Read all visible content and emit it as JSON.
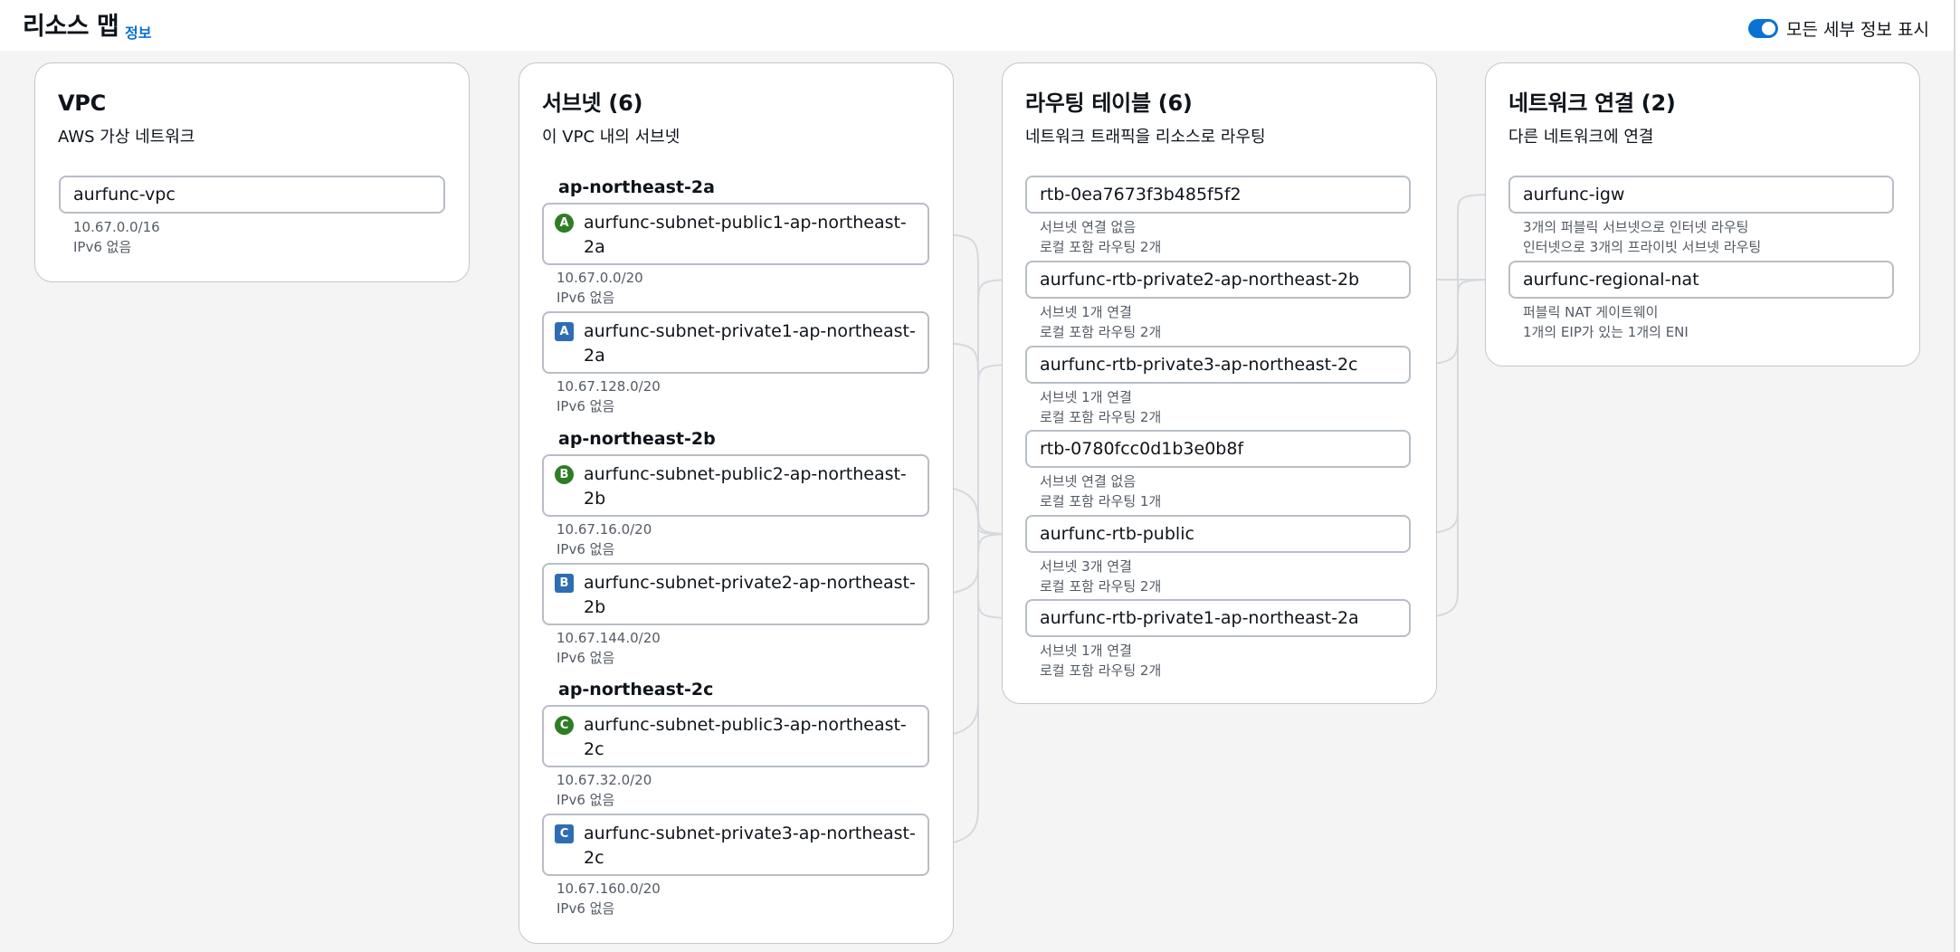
{
  "header": {
    "title": "리소스 맵",
    "info_link": "정보",
    "toggle_label": "모든 세부 정보 표시",
    "toggle_on": true
  },
  "colors": {
    "accent": "#0972d3",
    "public_badge": "#2e7d24",
    "private_badge": "#2f6db3",
    "canvas_bg": "#f4f4f5",
    "connector": "#d5d9dd"
  },
  "vpc": {
    "title": "VPC",
    "description": "AWS 가상 네트워크",
    "node": {
      "name": "aurfunc-vpc",
      "details": [
        "10.67.0.0/16",
        "IPv6 없음"
      ]
    }
  },
  "subnets": {
    "title": "서브넷 (6)",
    "description": "이 VPC 내의 서브넷",
    "zones": [
      "ap-northeast-2a",
      "ap-northeast-2b",
      "ap-northeast-2c"
    ],
    "items": [
      {
        "badge": "A",
        "badge_type": "public",
        "line1": "aurfunc-subnet-public1-ap-northeast-",
        "line2": "2a",
        "cidr": "10.67.0.0/20",
        "ipv6": "IPv6 없음"
      },
      {
        "badge": "A",
        "badge_type": "private",
        "line1": "aurfunc-subnet-private1-ap-northeast-",
        "line2": "2a",
        "cidr": "10.67.128.0/20",
        "ipv6": "IPv6 없음"
      },
      {
        "badge": "B",
        "badge_type": "public",
        "line1": "aurfunc-subnet-public2-ap-northeast-",
        "line2": "2b",
        "cidr": "10.67.16.0/20",
        "ipv6": "IPv6 없음"
      },
      {
        "badge": "B",
        "badge_type": "private",
        "line1": "aurfunc-subnet-private2-ap-northeast-",
        "line2": "2b",
        "cidr": "10.67.144.0/20",
        "ipv6": "IPv6 없음"
      },
      {
        "badge": "C",
        "badge_type": "public",
        "line1": "aurfunc-subnet-public3-ap-northeast-",
        "line2": "2c",
        "cidr": "10.67.32.0/20",
        "ipv6": "IPv6 없음"
      },
      {
        "badge": "C",
        "badge_type": "private",
        "line1": "aurfunc-subnet-private3-ap-northeast-",
        "line2": "2c",
        "cidr": "10.67.160.0/20",
        "ipv6": "IPv6 없음"
      }
    ]
  },
  "route_tables": {
    "title": "라우팅 테이블 (6)",
    "description": "네트워크 트래픽을 리소스로 라우팅",
    "items": [
      {
        "name": "rtb-0ea7673f3b485f5f2",
        "line1": "서브넷 연결 없음",
        "line2": "로컬 포함 라우팅 2개"
      },
      {
        "name": "aurfunc-rtb-private2-ap-northeast-2b",
        "line1": "서브넷 1개 연결",
        "line2": "로컬 포함 라우팅 2개"
      },
      {
        "name": "aurfunc-rtb-private3-ap-northeast-2c",
        "line1": "서브넷 1개 연결",
        "line2": "로컬 포함 라우팅 2개"
      },
      {
        "name": "rtb-0780fcc0d1b3e0b8f",
        "line1": "서브넷 연결 없음",
        "line2": "로컬 포함 라우팅 1개"
      },
      {
        "name": "aurfunc-rtb-public",
        "line1": "서브넷 3개 연결",
        "line2": "로컬 포함 라우팅 2개"
      },
      {
        "name": "aurfunc-rtb-private1-ap-northeast-2a",
        "line1": "서브넷 1개 연결",
        "line2": "로컬 포함 라우팅 2개"
      }
    ]
  },
  "connections": {
    "title": "네트워크 연결 (2)",
    "description": "다른 네트워크에 연결",
    "items": [
      {
        "name": "aurfunc-igw",
        "line1": "3개의 퍼블릭 서브넷으로 인터넷 라우팅",
        "line2": "인터넷으로 3개의 프라이빗 서브넷 라우팅"
      },
      {
        "name": "aurfunc-regional-nat",
        "line1": "퍼블릭 NAT 게이트웨이",
        "line2": "1개의 EIP가 있는 1개의 ENI"
      }
    ]
  }
}
